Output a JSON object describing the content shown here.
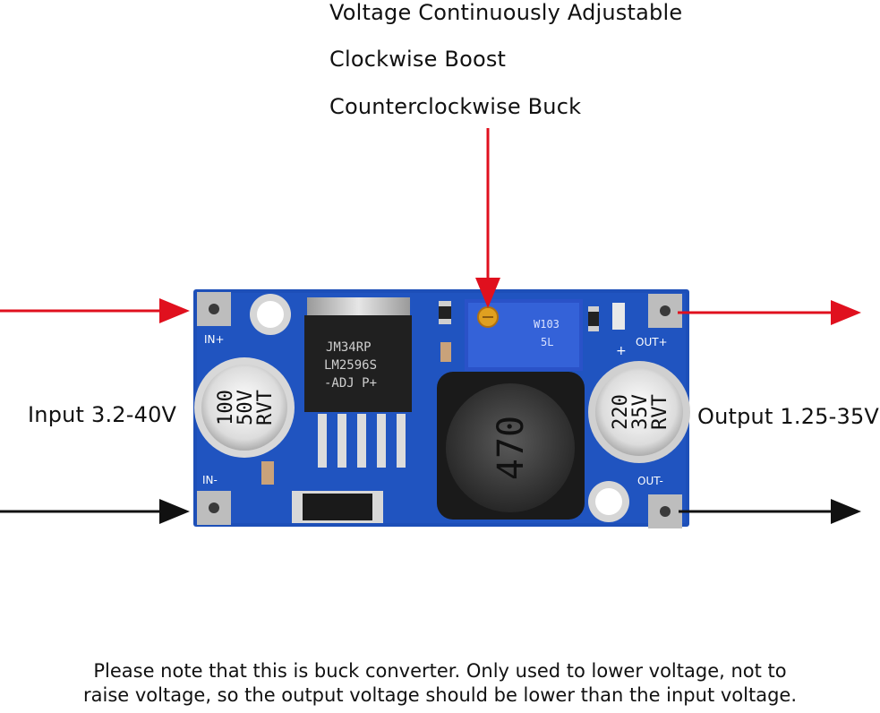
{
  "features": [
    "Voltage Continuously Adjustable",
    "Clockwise Boost",
    "Counterclockwise Buck"
  ],
  "input_label": "Input 3.2-40V",
  "output_label": "Output 1.25-35V",
  "note_lines": [
    "Please note that this is buck converter. Only used to lower voltage, not to",
    "raise voltage, so the output voltage should be lower than the input voltage."
  ],
  "board": {
    "pads": {
      "in_plus": "IN+",
      "in_minus": "IN-",
      "out_plus": "OUT+",
      "out_minus": "OUT-",
      "plus": "+"
    },
    "input_cap": [
      "100",
      "50V",
      "RVT"
    ],
    "output_cap": [
      "220",
      "35V",
      "RVT"
    ],
    "regulator": [
      "JM34RP",
      "LM2596S",
      "-ADJ  P+"
    ],
    "inductor": "470",
    "trimpot": [
      "W103",
      "5L"
    ]
  },
  "colors": {
    "pcb": "#1d4fb8",
    "red_arrow": "#e0101e",
    "black_arrow": "#111111",
    "pot": "#2a52c8"
  }
}
